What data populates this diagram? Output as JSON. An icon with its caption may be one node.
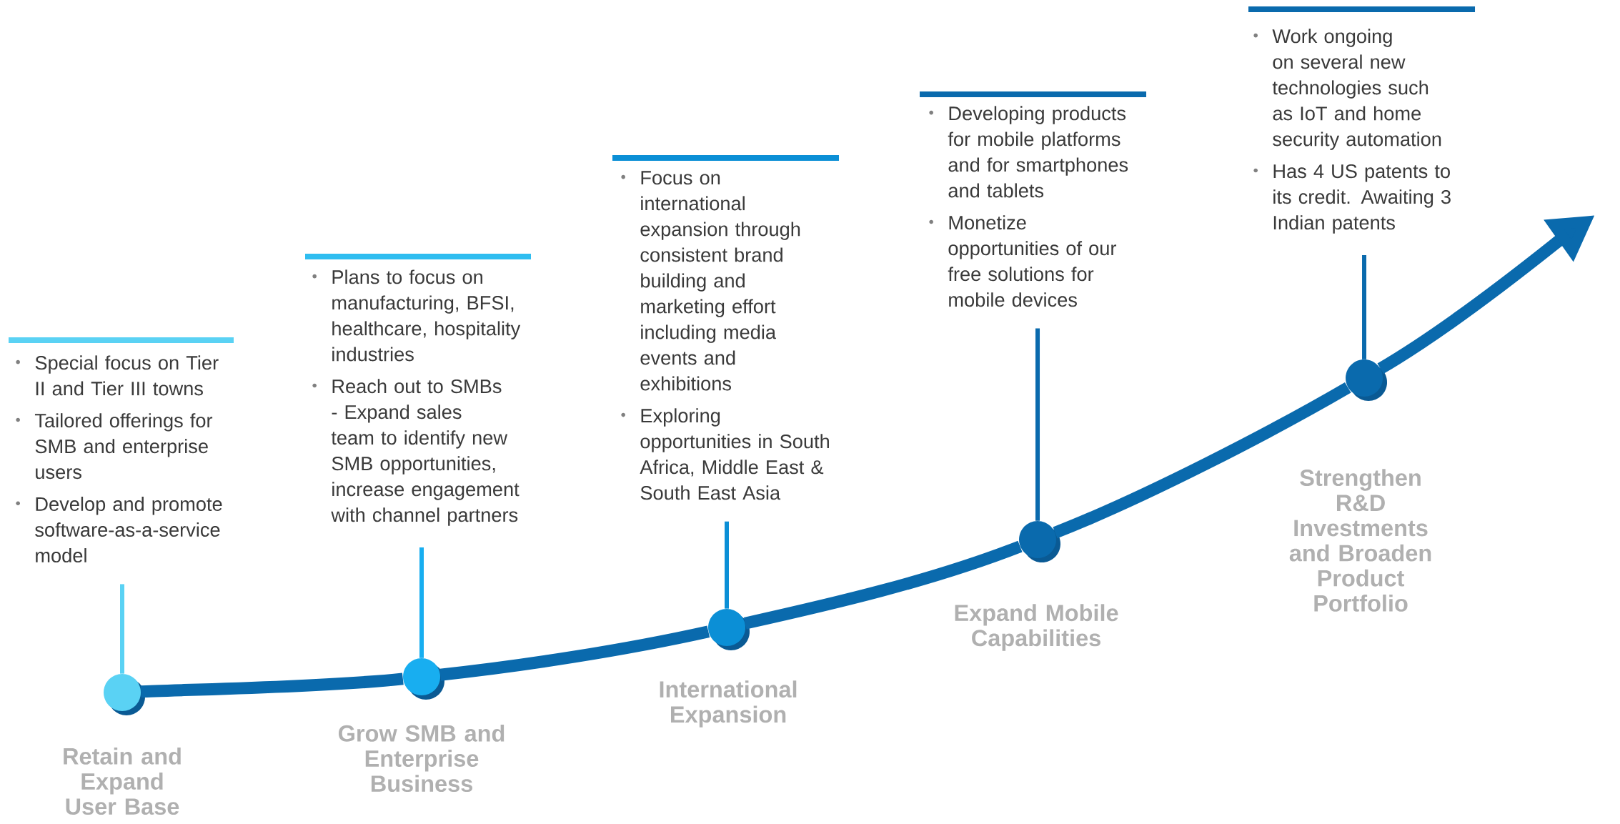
{
  "diagram": {
    "nodes": [
      {
        "text": [
          "Special focus on Tier II and Tier III towns",
          "Tailored offerings for SMB and enterprise users",
          "Develop and promote software-as-a-service model"
        ]
      },
      {
        "text": [],
        "shape": "circle",
        "beside": [
          "Retain and Expand User Base"
        ]
      },
      {
        "text": [
          "Plans to focus on manufacturing, BFSI, healthcare, hospitality industries",
          "Reach out to SMBs - Expand sales team to identify new SMB opportunities, increase engagement with channel partners"
        ]
      },
      {
        "text": [],
        "shape": "circle",
        "beside": [
          "Grow SMB and Enterprise Business"
        ]
      },
      {
        "text": [
          "Focus on international expansion through consistent brand building and marketing effort including media events and exhibitions",
          "Exploring opportunities in South Africa, Middle East & South East Asia"
        ]
      },
      {
        "text": [],
        "shape": "circle",
        "beside": [
          "International Expansion"
        ]
      },
      {
        "text": [
          "Developing products for mobile platforms and for smartphones and tablets",
          "Monetize opportunities of our free solutions for mobile devices"
        ]
      },
      {
        "text": [],
        "shape": "circle",
        "beside": [
          "Expand Mobile Capabilities"
        ]
      },
      {
        "text": [
          "Work ongoing on several new technologies such as IoT and home security automation",
          "Has 4 US patents to its credit. Awaiting 3 Indian patents"
        ]
      },
      {
        "text": [],
        "shape": "circle",
        "beside": [
          "Strengthen R&D Investments and Broaden Product Portfolio"
        ]
      }
    ],
    "edges": [
      {
        "from": 0,
        "to": 1,
        "arrow": "none",
        "color": "#5ad2f4"
      },
      {
        "from": 2,
        "to": 3,
        "arrow": "none",
        "color": "#18aef0"
      },
      {
        "from": 4,
        "to": 5,
        "arrow": "none",
        "color": "#0b8fd6"
      },
      {
        "from": 6,
        "to": 7,
        "arrow": "none",
        "color": "#0a6aad"
      },
      {
        "from": 8,
        "to": 9,
        "arrow": "none",
        "color": "#0a6aad"
      },
      {
        "from": 1,
        "to": 3,
        "arrow": "none",
        "style": "thick"
      },
      {
        "from": 3,
        "to": 5,
        "arrow": "none",
        "style": "thick"
      },
      {
        "from": 5,
        "to": 7,
        "arrow": "none",
        "style": "thick"
      },
      {
        "from": 7,
        "to": 9,
        "arrow": "none",
        "style": "thick"
      },
      {
        "from": 9,
        "to": null,
        "arrow": "to",
        "style": "thick"
      }
    ]
  }
}
